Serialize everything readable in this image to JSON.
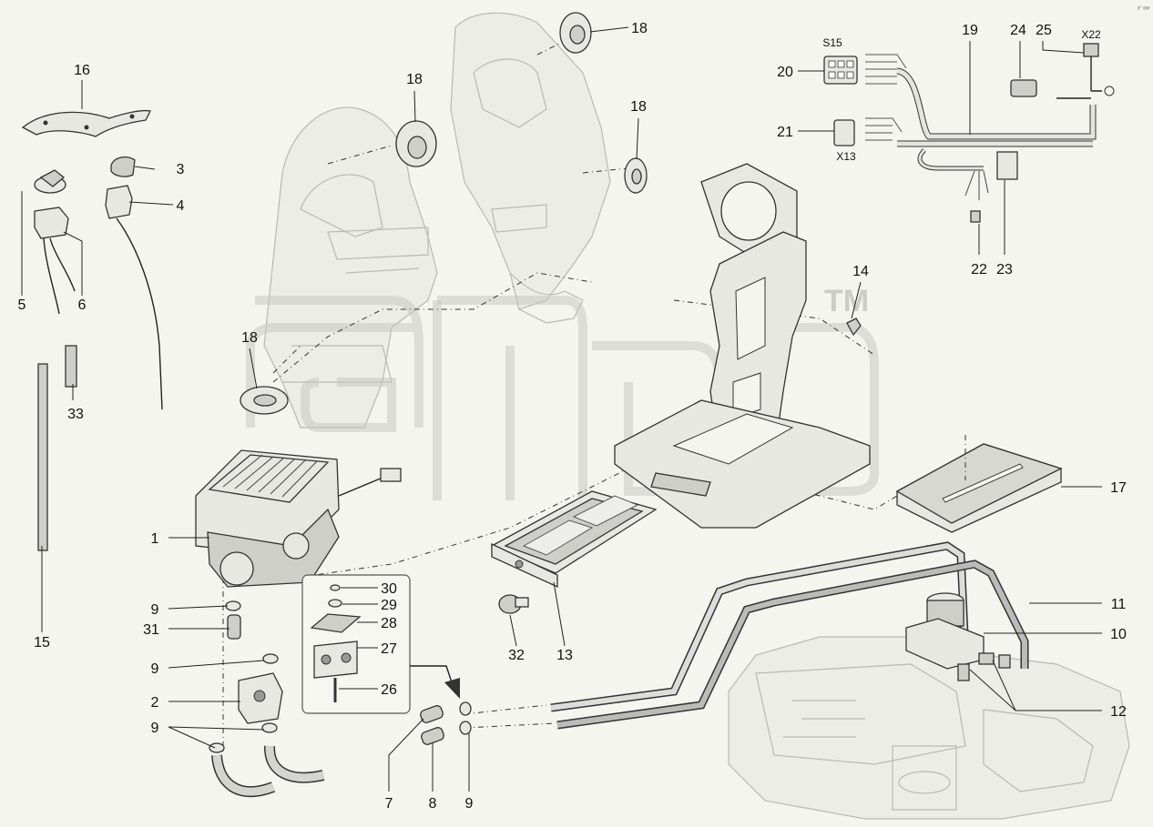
{
  "diagram": {
    "callouts": [
      {
        "id": "c1",
        "text": "1"
      },
      {
        "id": "c2",
        "text": "2"
      },
      {
        "id": "c3",
        "text": "3"
      },
      {
        "id": "c4",
        "text": "4"
      },
      {
        "id": "c5",
        "text": "5"
      },
      {
        "id": "c6",
        "text": "6"
      },
      {
        "id": "c7",
        "text": "7"
      },
      {
        "id": "c8",
        "text": "8"
      },
      {
        "id": "c9a",
        "text": "9"
      },
      {
        "id": "c9b",
        "text": "9"
      },
      {
        "id": "c9c",
        "text": "9"
      },
      {
        "id": "c9d",
        "text": "9"
      },
      {
        "id": "c10",
        "text": "10"
      },
      {
        "id": "c11",
        "text": "11"
      },
      {
        "id": "c12",
        "text": "12"
      },
      {
        "id": "c13",
        "text": "13"
      },
      {
        "id": "c14",
        "text": "14"
      },
      {
        "id": "c15",
        "text": "15"
      },
      {
        "id": "c16",
        "text": "16"
      },
      {
        "id": "c17",
        "text": "17"
      },
      {
        "id": "c18a",
        "text": "18"
      },
      {
        "id": "c18b",
        "text": "18"
      },
      {
        "id": "c18c",
        "text": "18"
      },
      {
        "id": "c18d",
        "text": "18"
      },
      {
        "id": "c19",
        "text": "19"
      },
      {
        "id": "c20",
        "text": "20"
      },
      {
        "id": "c21",
        "text": "21"
      },
      {
        "id": "c22",
        "text": "22"
      },
      {
        "id": "c23",
        "text": "23"
      },
      {
        "id": "c24",
        "text": "24"
      },
      {
        "id": "c25",
        "text": "25"
      },
      {
        "id": "c26",
        "text": "26"
      },
      {
        "id": "c27",
        "text": "27"
      },
      {
        "id": "c28",
        "text": "28"
      },
      {
        "id": "c29",
        "text": "29"
      },
      {
        "id": "c30",
        "text": "30"
      },
      {
        "id": "c31",
        "text": "31"
      },
      {
        "id": "c32",
        "text": "32"
      },
      {
        "id": "c33",
        "text": "33"
      }
    ],
    "connector_labels": {
      "s15": "S15",
      "x13": "X13",
      "x22": "X22"
    },
    "watermark_tm": "TM",
    "corner_code": "ᵍ° ᵍᵍᵍ"
  }
}
